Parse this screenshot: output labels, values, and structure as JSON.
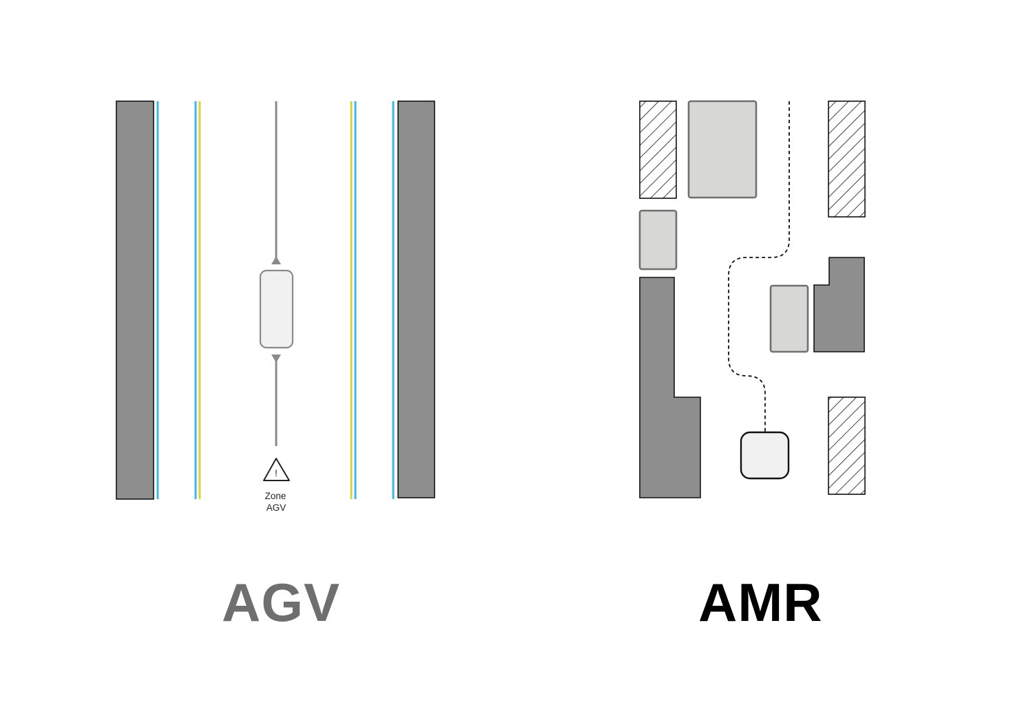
{
  "colors": {
    "background": "#ffffff",
    "shelf_dark": "#8e8e8e",
    "shelf_light": "#d7d7d5",
    "vehicle": "#f1f1f1",
    "guide_blue": "#3db8e8",
    "guide_yellow": "#d8d23a",
    "track": "#8a8a8a",
    "agv_heading": "#6f6f6f",
    "amr_heading": "#000000",
    "outline": "#111111"
  },
  "agv": {
    "heading": "AGV",
    "zone_label_line1": "Zone",
    "zone_label_line2": "AGV",
    "warning_mark": "!",
    "icons": [
      "warning-triangle-icon",
      "arrow-up-icon",
      "arrow-down-icon"
    ]
  },
  "amr": {
    "heading": "AMR",
    "icons": [
      "dashed-path"
    ]
  }
}
